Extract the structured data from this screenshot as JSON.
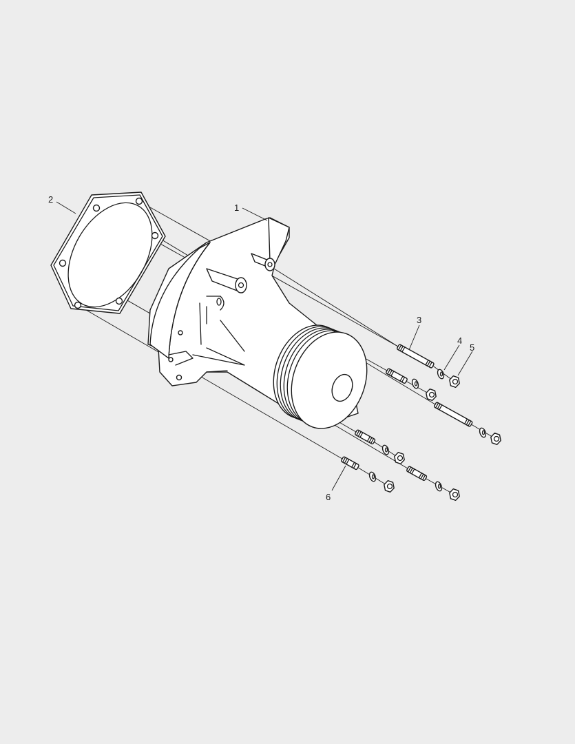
{
  "diagram": {
    "type": "exploded-parts-illustration",
    "callouts": [
      {
        "id": "1",
        "label": "1",
        "part": "water-pump-housing"
      },
      {
        "id": "2",
        "label": "2",
        "part": "gasket"
      },
      {
        "id": "3",
        "label": "3",
        "part": "stud"
      },
      {
        "id": "4",
        "label": "4",
        "part": "washer"
      },
      {
        "id": "5",
        "label": "5",
        "part": "nut"
      },
      {
        "id": "6",
        "label": "6",
        "part": "stud"
      }
    ]
  }
}
